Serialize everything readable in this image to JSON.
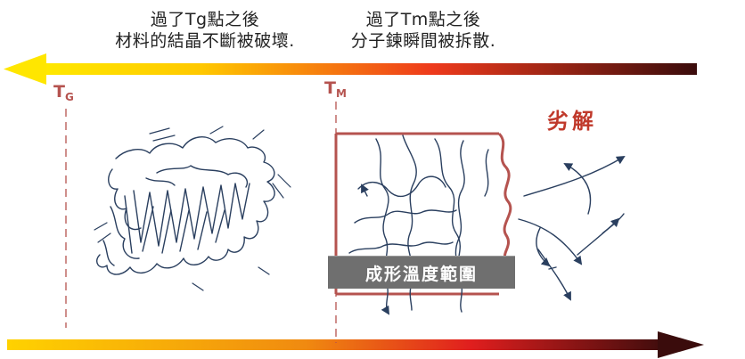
{
  "captions": {
    "tg": {
      "line1": "過了Tg點之後",
      "line2": "材料的結晶不斷被破壞."
    },
    "tm": {
      "line1": "過了Tm點之後",
      "line2": "分子鍊瞬間被拆散."
    }
  },
  "markers": {
    "tg": {
      "letter": "T",
      "sub": "G"
    },
    "tm": {
      "letter": "T",
      "sub": "M"
    }
  },
  "degradation_label": "劣解",
  "molding_range_label": "成形溫度範圍",
  "colors": {
    "arrow_start": "#ffe600",
    "arrow_mid": "#e8281c",
    "arrow_end": "#3a0c0c",
    "marker": "#b5534f",
    "chain": "#2a3f5f",
    "degradation": "#c0392b",
    "box_fill": "#6f6f6f"
  }
}
